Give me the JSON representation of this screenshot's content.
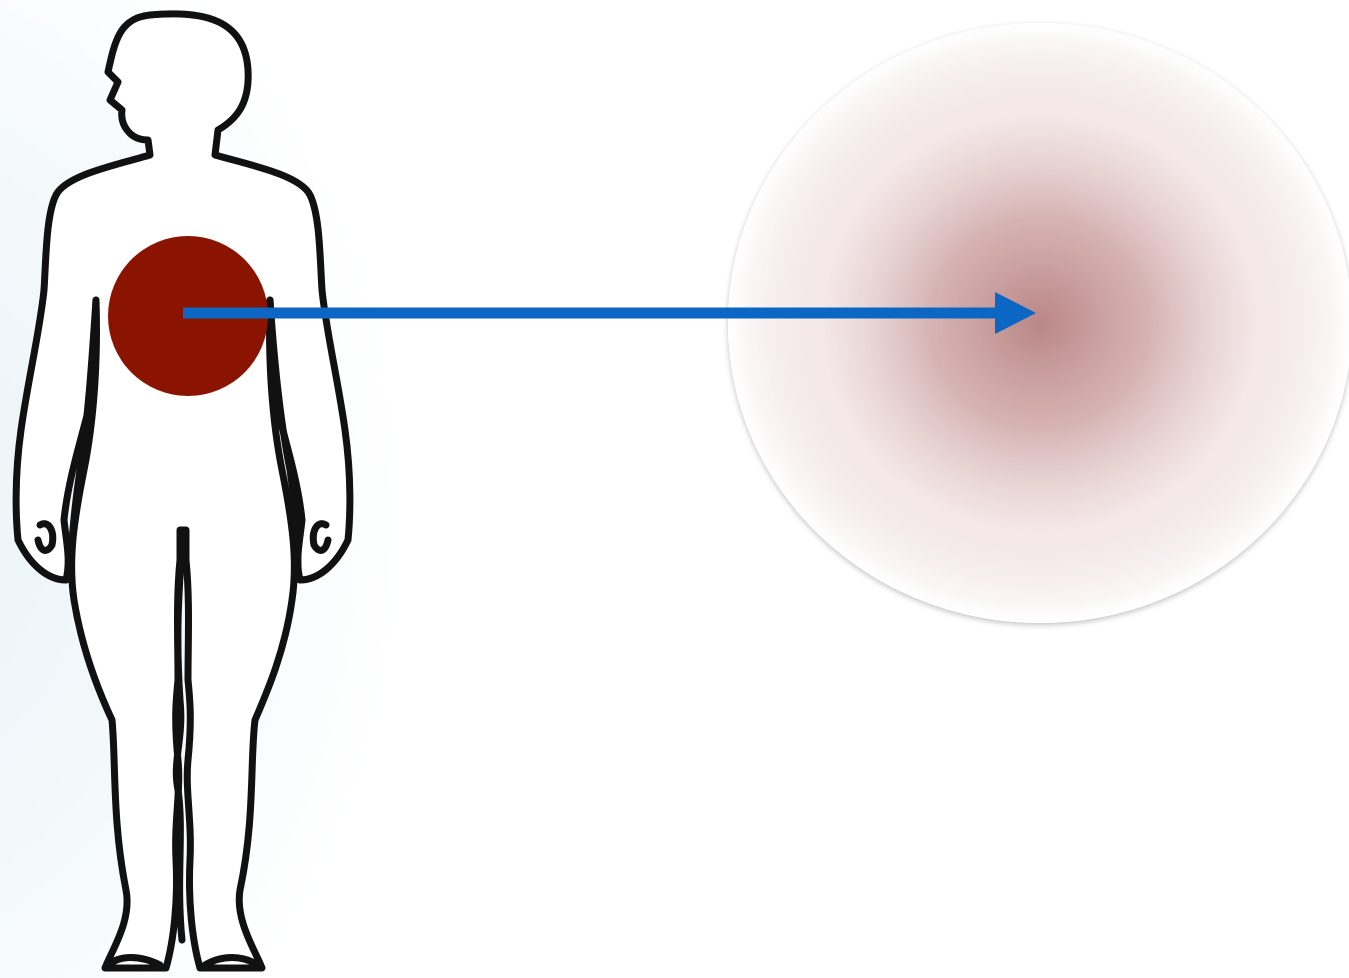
{
  "diagram": {
    "figure_icon": "human-body-outline-icon",
    "colors": {
      "background": "#ffffff",
      "background_tint": "#eaf3f7",
      "outline": "#111111",
      "organ_spot": "#8b1400",
      "arrow": "#0b66c4",
      "magnified_center": "#b78080",
      "magnified_edge": "#ffffff"
    },
    "elements": [
      "human-body-outline",
      "highlighted-region",
      "magnification-arrow",
      "magnified-region-circle"
    ]
  }
}
